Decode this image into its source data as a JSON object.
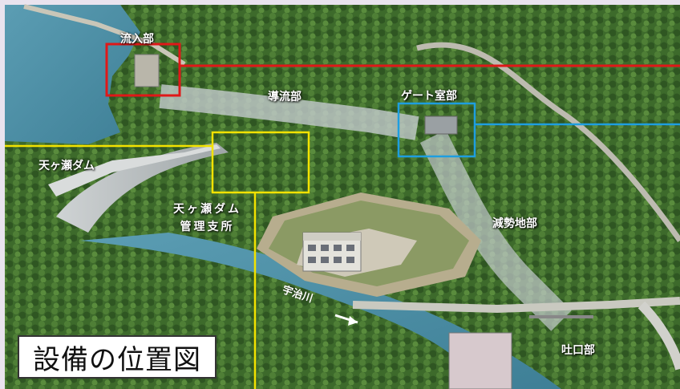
{
  "map": {
    "labels": {
      "inflow": "流入部",
      "channel": "導流部",
      "gate_room": "ゲート室部",
      "dam": "天ヶ瀬ダム",
      "office_line1": "天ヶ瀬ダム",
      "office_line2": "管理支所",
      "basin": "減勢地部",
      "river": "宇治川",
      "outlet": "吐口部"
    },
    "legend_title": "設備の位置図",
    "colors": {
      "inflow_box": "#e01818",
      "gate_box": "#1e9ee0",
      "office_box": "#f2e200",
      "water": "#4f93a8",
      "forest": "#3f6b2c",
      "tunnel": "#b9c2c4"
    }
  }
}
